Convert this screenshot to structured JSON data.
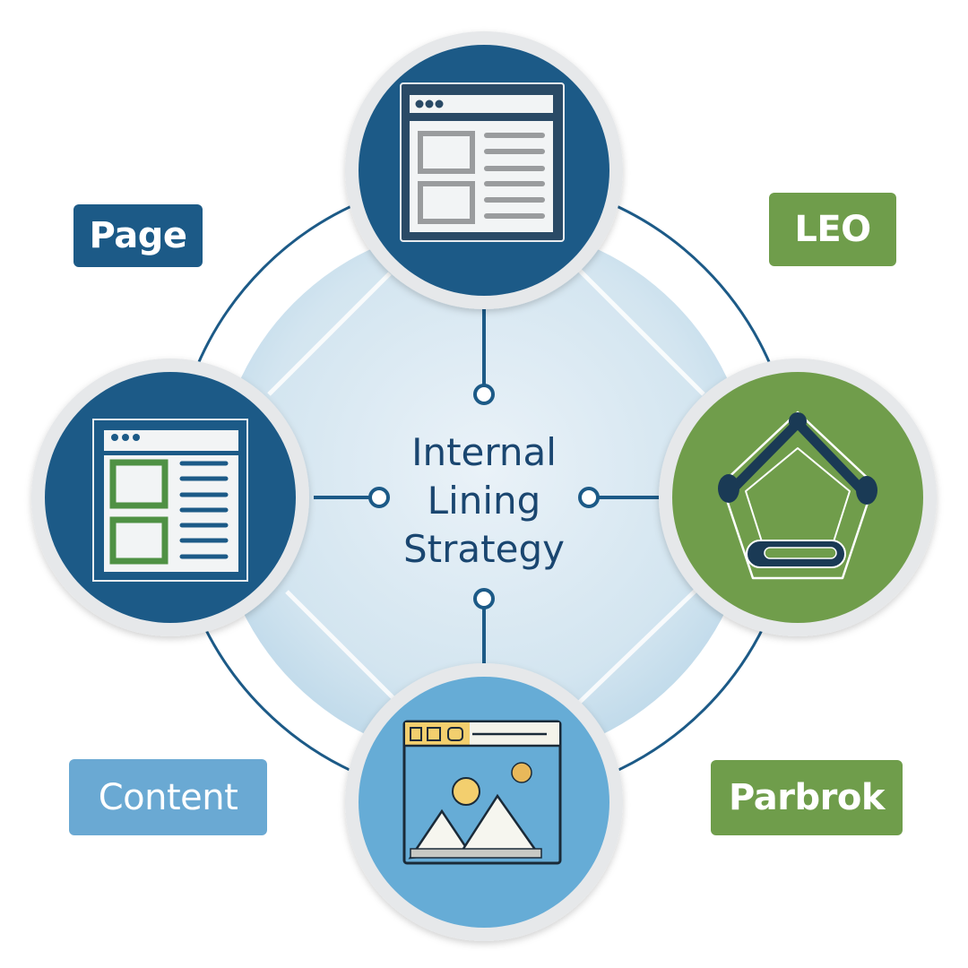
{
  "title": {
    "lines": [
      "Internal",
      "Lining",
      "Strategy"
    ]
  },
  "labels": [
    {
      "id": "page",
      "text": "Page",
      "color": "#1c5a87"
    },
    {
      "id": "leo",
      "text": "LEO",
      "color": "#6f9d4b"
    },
    {
      "id": "content",
      "text": "Content",
      "color": "#6aa9d3"
    },
    {
      "id": "parbrok",
      "text": "Parbrok",
      "color": "#6f9d4b"
    }
  ],
  "nodes": [
    {
      "id": "top",
      "icon": "webpage-layout-icon",
      "fill": "#1c5a87"
    },
    {
      "id": "left",
      "icon": "webpage-layout-green-icon",
      "fill": "#1c5a87"
    },
    {
      "id": "right",
      "icon": "pentagon-chain-link-icon",
      "fill": "#6f9d4b"
    },
    {
      "id": "bottom",
      "icon": "image-browser-icon",
      "fill": "#66acd6"
    }
  ],
  "colors": {
    "navy": "#1c5a87",
    "dark_navy": "#1a3a55",
    "green": "#6f9d4b",
    "light_blue": "#66acd6",
    "ring_border": "#e6e8ea",
    "disc": "#d4e6f1",
    "yellow": "#f3cf6e"
  }
}
